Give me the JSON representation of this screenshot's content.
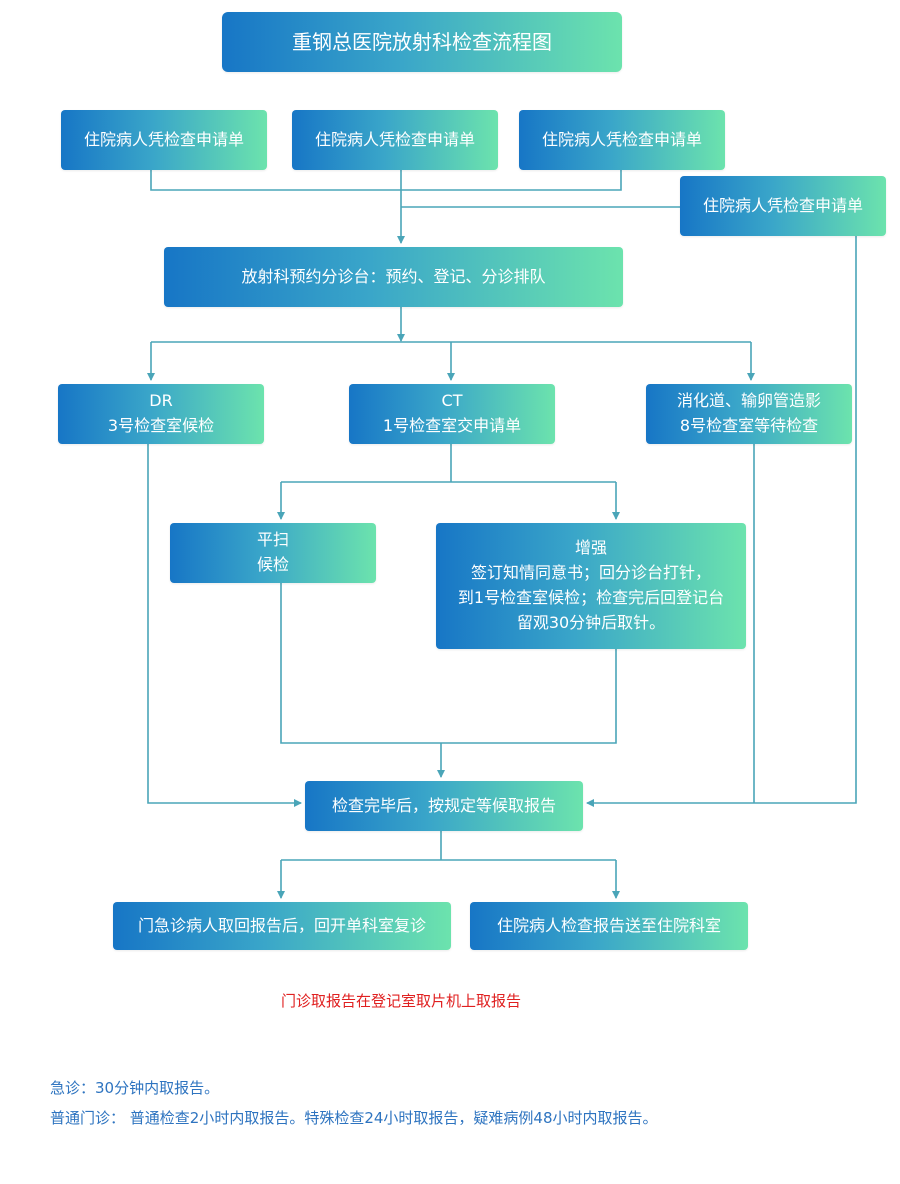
{
  "title": "重钢总医院放射科检查流程图",
  "requests": [
    "住院病人凭检查申请单",
    "住院病人凭检查申请单",
    "住院病人凭检查申请单",
    "住院病人凭检查申请单"
  ],
  "triage": "放射科预约分诊台：预约、登记、分诊排队",
  "dr": [
    "DR",
    "3号检查室候检"
  ],
  "ct": [
    "CT",
    "1号检查室交申请单"
  ],
  "gi": [
    "消化道、输卵管造影",
    "8号检查室等待检查"
  ],
  "plain_scan": [
    "平扫",
    "候检"
  ],
  "enhanced": [
    "增强",
    "签订知情同意书；回分诊台打针，",
    "到1号检查室候检；检查完后回登记台",
    "留观30分钟后取针。"
  ],
  "wait_report": "检查完毕后，按规定等候取报告",
  "outpatient_result": "门急诊病人取回报告后，回开单科室复诊",
  "inpatient_result": "住院病人检查报告送至住院科室",
  "notes": {
    "red_note": "门诊取报告在登记室取片机上取报告",
    "emergency": "急诊：30分钟内取报告。",
    "regular": "普通门诊： 普通检查2小时内取报告。特殊检查24小时取报告，疑难病例48小时内取报告。"
  },
  "colors": {
    "gradient_start": "#1776c6",
    "gradient_end": "#6ce3ad",
    "connector": "#4aa5b8",
    "red_note": "#e02020",
    "note_text": "#2e74c0"
  }
}
